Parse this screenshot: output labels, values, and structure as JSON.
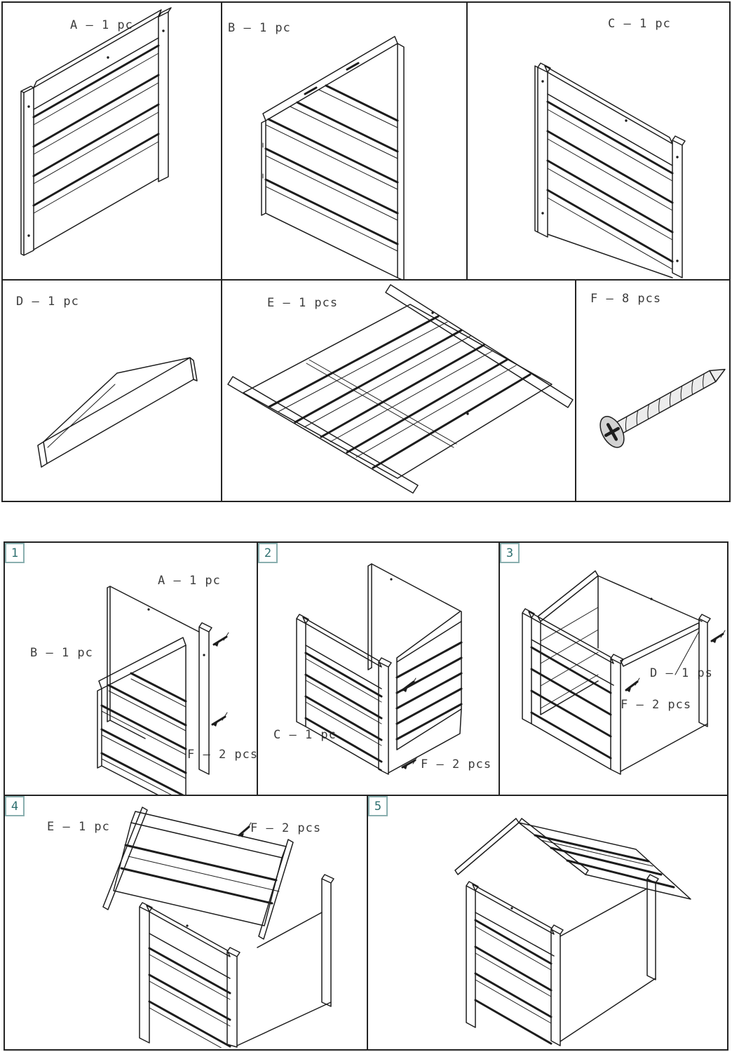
{
  "document": {
    "type": "assembly-instructions"
  },
  "colors": {
    "line": "#1d1d1d",
    "border": "#242424",
    "badge_border": "#8aafaf",
    "badge_text": "#2f7070",
    "label_text": "#3c3c3c",
    "screw_fill": "#d2d2d2"
  },
  "parts": [
    {
      "id": "A",
      "label": "A – 1 pc",
      "description": "slatted side panel"
    },
    {
      "id": "B",
      "label": "B – 1 pc",
      "description": "slatted gable panel"
    },
    {
      "id": "C",
      "label": "C – 1 pc",
      "description": "slatted side panel"
    },
    {
      "id": "D",
      "label": "D – 1 pc",
      "description": "gable trim piece"
    },
    {
      "id": "E",
      "label": "E – 1 pcs",
      "description": "roof panel"
    },
    {
      "id": "F",
      "label": "F – 8 pcs",
      "description": "screw"
    }
  ],
  "steps": [
    {
      "number": "1",
      "labels": [
        "A – 1 pc",
        "B – 1 pc",
        "F – 2 pcs"
      ]
    },
    {
      "number": "2",
      "labels": [
        "C – 1 pc",
        "F – 2 pcs"
      ]
    },
    {
      "number": "3",
      "labels": [
        "D – 1 ps",
        "F – 2 pcs"
      ]
    },
    {
      "number": "4",
      "labels": [
        "E – 1 pc",
        "F – 2 pcs"
      ]
    },
    {
      "number": "5",
      "labels": []
    }
  ]
}
